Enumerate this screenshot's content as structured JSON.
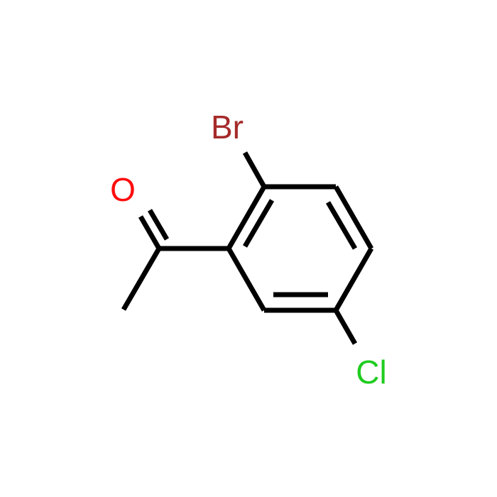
{
  "atoms": {
    "br": {
      "symbol": "Br",
      "color": "#a52a2a"
    },
    "o": {
      "symbol": "O",
      "color": "#ff0d0d"
    },
    "cl": {
      "symbol": "Cl",
      "color": "#1fcc1f"
    }
  },
  "bond_color": "#000000",
  "background": "#ffffff"
}
